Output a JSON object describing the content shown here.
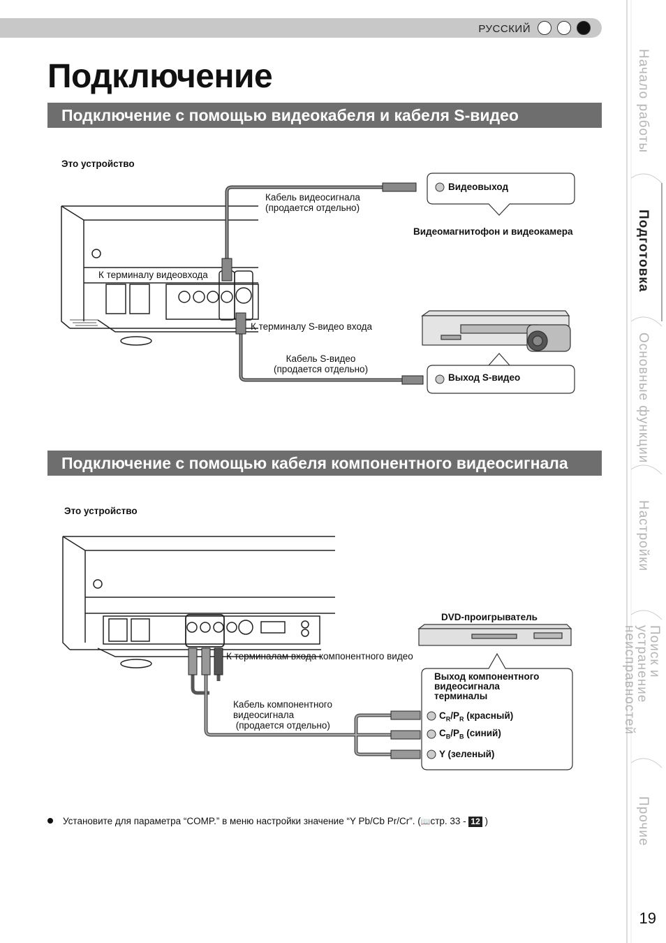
{
  "header": {
    "language": "РУССКИЙ"
  },
  "page_title": "Подключение",
  "section1": {
    "title": "Подключение с помощью видеокабеля и кабеля S-видео",
    "device_label": "Это устройство",
    "video_cable": [
      "Кабель видеосигнала",
      "(продается отдельно)"
    ],
    "video_in_terminal": "К терминалу видеовхода",
    "svideo_in_terminal": "К терминалу S-видео входа",
    "svideo_cable": [
      "Кабель S-видео",
      "(продается отдельно)"
    ],
    "video_out": "Видеовыход",
    "svideo_out": "Выход S-видео",
    "vcr_label": "Видеомагнитофон и видеокамера"
  },
  "section2": {
    "title": "Подключение с помощью кабеля компонентного видеосигнала",
    "device_label": "Это устройство",
    "component_terminals": "К терминалам входа компонентного видео",
    "component_cable": [
      "Кабель компонентного",
      "видеосигнала",
      " (продается отдельно)"
    ],
    "dvd_label": "DVD-проигрыватель",
    "output_title": [
      "Выход компонентного",
      "видеосигнала",
      "терминалы"
    ],
    "cr": {
      "main": "C",
      "sub1": "R",
      "mid": "/P",
      "sub2": "R",
      "tail": " (красный)"
    },
    "cb": {
      "main": "C",
      "sub1": "B",
      "mid": "/P",
      "sub2": "B",
      "tail": " (синий)"
    },
    "y": "Y (зеленый)"
  },
  "note": {
    "text": "Установите для параметра “COMP.” в меню настройки значение “Y Pb/Cb Pr/Cr”. (",
    "ref": "стр. 33 - ",
    "badge": "12",
    "close": " )"
  },
  "side_tabs": [
    "Начало работы",
    "Подготовка",
    "Основные функции",
    "Настройки",
    "Поиск и устранение неисправностей",
    "Прочие"
  ],
  "active_tab": "Подготовка",
  "page_number": "19"
}
